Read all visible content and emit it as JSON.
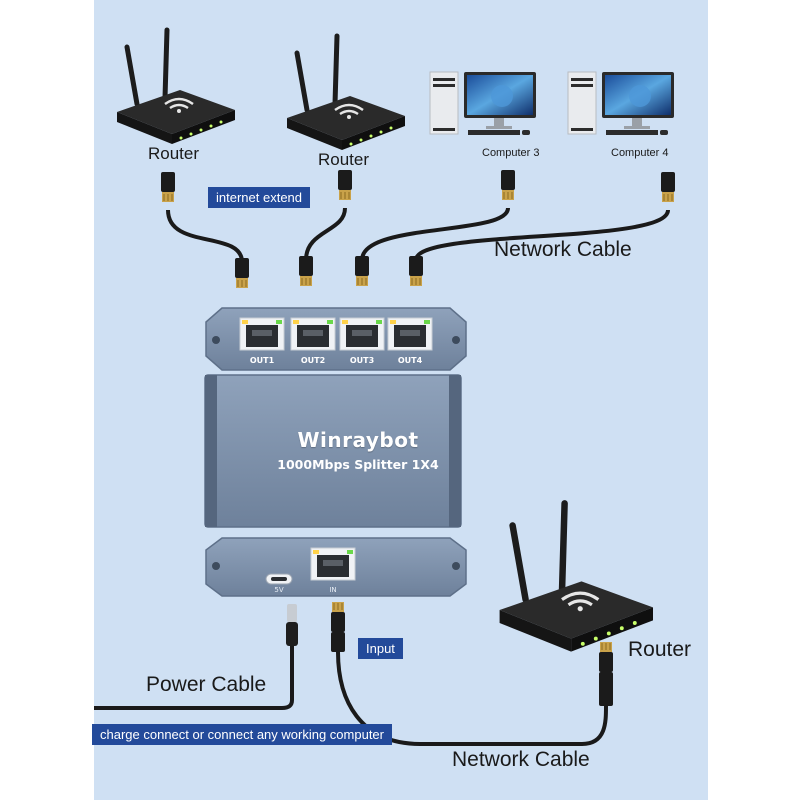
{
  "colors": {
    "background_panel": "#cfe0f3",
    "tag_bg": "#234a9a",
    "device_body": "#7f92aa",
    "cable": "#1a1a1a"
  },
  "devices": {
    "router_1": {
      "label": "Router",
      "icon": "router-icon"
    },
    "router_2": {
      "label": "Router",
      "icon": "router-icon"
    },
    "computer_3": {
      "label": "Computer 3",
      "icon": "desktop-computer-icon"
    },
    "computer_4": {
      "label": "Computer 4",
      "icon": "desktop-computer-icon"
    },
    "router_input": {
      "label": "Router",
      "icon": "router-icon"
    }
  },
  "tags": {
    "internet_extend": "internet extend",
    "input": "Input",
    "charge_connect": "charge connect or connect any working computer"
  },
  "cables": {
    "network_cable_top": "Network Cable",
    "network_cable_bottom": "Network Cable",
    "power_cable": "Power Cable"
  },
  "splitter": {
    "brand": "Winraybot",
    "model": "1000Mbps Splitter 1X4",
    "output_ports": [
      "OUT1",
      "OUT2",
      "OUT3",
      "OUT4"
    ],
    "input_port": "IN",
    "power_port": "5V"
  }
}
